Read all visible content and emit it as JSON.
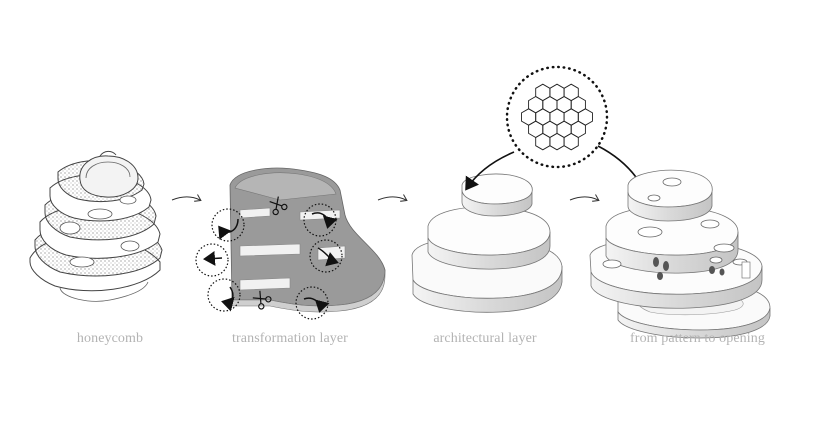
{
  "stages": [
    {
      "label": "honeycomb"
    },
    {
      "label": "transformation layer"
    },
    {
      "label": "architectural layer"
    },
    {
      "label": "from pattern to opening"
    }
  ],
  "icons": [
    "honeycomb-illustration",
    "arrow-right-icon",
    "scissors-icon",
    "rotate-arrow-icon",
    "hexagon-pattern-icon",
    "curved-arrow-icon"
  ],
  "colors": {
    "caption": "#b3b3b3",
    "layer_fill": "#9a9a9a",
    "layer_side": "#e6e6e6",
    "outline": "#333333"
  }
}
